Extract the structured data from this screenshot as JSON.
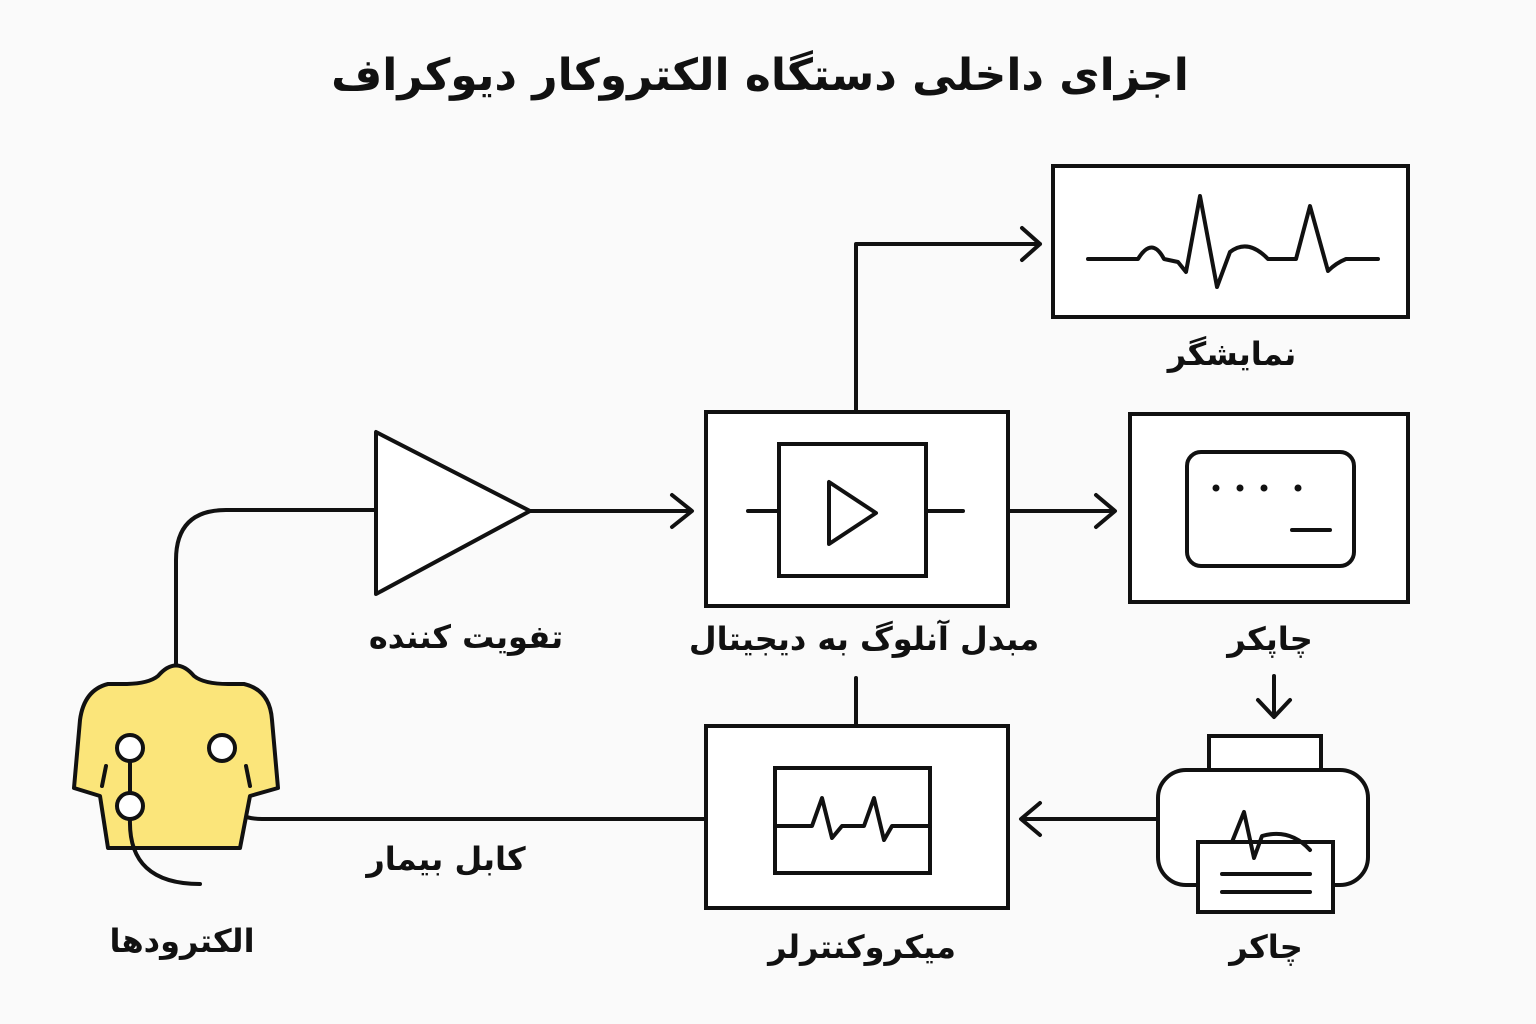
{
  "title": "اجزای داخلی دستگاه الکتروکار دیوکراف",
  "labels": {
    "display": "نمایشگر",
    "amplifier": "تفویت کننده",
    "adc": "مبدل آنلوگ به دیجیتال",
    "printer": "چاپکر",
    "electrodes": "الکترودها",
    "patient_cable": "کابل بیمار",
    "microcontroller": "میکروکنترلر",
    "printer_2": "چاکر"
  },
  "colors": {
    "line": "#111111",
    "body_fill": "#fbe57a",
    "background": "#fafafa"
  }
}
